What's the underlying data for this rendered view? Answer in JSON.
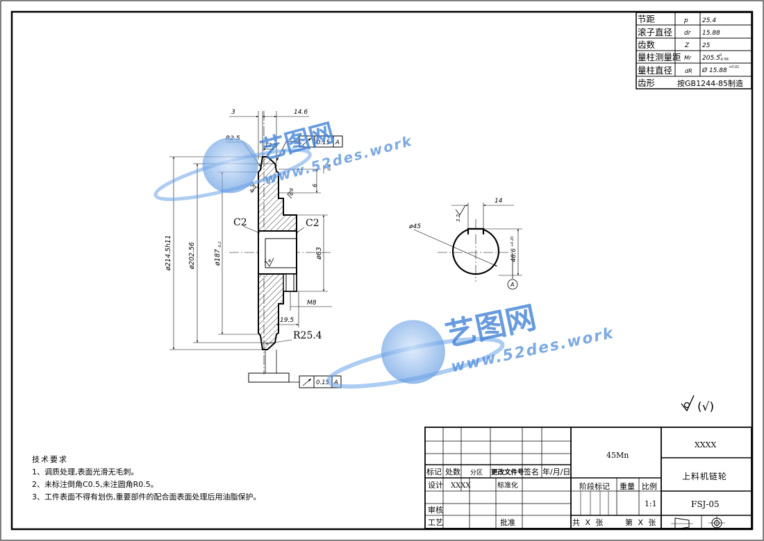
{
  "params": [
    {
      "name": "节距",
      "symbol": "p",
      "value": "25.4"
    },
    {
      "name": "滚子直径",
      "symbol": "dr",
      "value": "15.88"
    },
    {
      "name": "齿数",
      "symbol": "Z",
      "value": "25"
    },
    {
      "name": "量柱测量距",
      "symbol": "Mr",
      "value": "205.5",
      "sup": "0",
      "sub": "-0.56"
    },
    {
      "name": "量柱直径",
      "symbol": "dR",
      "value": "Ø 15.88",
      "sup": "+0.01"
    },
    {
      "name": "齿形",
      "symbol": "",
      "value": "按GB1244-85制造"
    }
  ],
  "dims": {
    "d3": "3",
    "d146": "14.6",
    "r25": "R2.5",
    "d125": "12.5",
    "d6": "6",
    "d08": "0.8",
    "od": "ø214.5h11",
    "d20256": "ø202.56",
    "d187": "ø187",
    "d187_tol": "-0.2",
    "d63": "ø63",
    "d195": "19.5",
    "m8": "M8",
    "r254": "R25.4",
    "c2a": "C2",
    "c2b": "C2",
    "rough63a": "6.3",
    "rough63b": "6.3",
    "rough16": "1.6"
  },
  "tolerance_frames": [
    {
      "value": "0.15",
      "datum": "A"
    },
    {
      "value": "0.15",
      "datum": "A"
    }
  ],
  "section_view": {
    "d14": "14",
    "dia45": "ø45",
    "d486": "48.6",
    "d486_tol": "+0.20",
    "rough32": "3.2",
    "datum": "A"
  },
  "roughness_note": "(√)",
  "watermark": {
    "cn": "艺图网",
    "url": "www.52des.work"
  },
  "notes": {
    "title": "技术要求",
    "items": [
      "1、调质处理,表面光滑无毛刺。",
      "2、未标注倒角C0.5,未注圆角R0.5。",
      "3、工件表面不得有划伤,重要部件的配合面表面处理后用油脂保护。"
    ]
  },
  "title_block": {
    "h_mark": "标记",
    "h_count": "处数",
    "h_zone": "分区",
    "h_docno": "更改文件号",
    "h_sign": "签名",
    "h_date": "年/月/日",
    "design": "设计",
    "designer": "XXXX",
    "standard": "标准化",
    "review": "审核",
    "craft": "工艺",
    "approve": "批准",
    "material": "45Mn",
    "stage": "阶段标记",
    "weight": "重量",
    "ratio": "比例",
    "ratio_value": "1:1",
    "total": "共 X 张",
    "sheet": "第 X 张",
    "company": "XXXX",
    "part_name": "上料机链轮",
    "drawing_no": "FSJ-05"
  }
}
